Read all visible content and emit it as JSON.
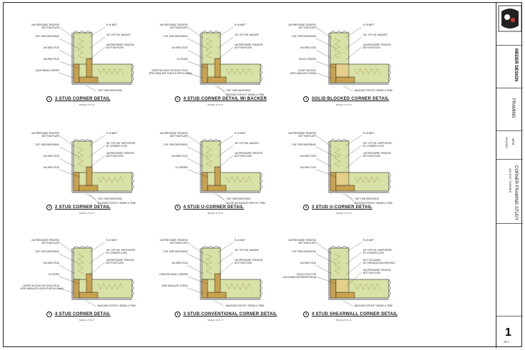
{
  "details": [
    {
      "num": "1",
      "title": "3 STUD CORNER DETAIL",
      "scale": "SCALE: 1\"=1'-0\"",
      "labels": [
        "2x6 PRESSURE TREATED\nBOTTOM PLATE",
        "7/16\" OSB SHEATHING",
        "2x6 END STUD",
        "2x6 END STUD",
        "CALIFORNIA CORNER"
      ],
      "rlabels": [
        "R-19 BATT",
        "3/4\" GYP. BD. BACKER",
        "2x6 PRESSURE TREATED\nBOTTOM PLATE"
      ],
      "blabels": [
        "7/16\" OSB SHEATHING"
      ]
    },
    {
      "num": "2",
      "title": "4 STUD CORNER DETAIL W/ BACKER",
      "scale": "SCALE: 1\"=1'-0\"",
      "labels": [
        "2x6 PRESSURE TREATED\nBOTTOM PLATE",
        "7/16\" OSB SHEATHING",
        "2x6 END STUD",
        "2x STUDS",
        "SHORT BLOCKS OR SOLID STUD\n(PRE-INSULATE VOIDS IF APPLICABLE)"
      ],
      "rlabels": [
        "R-19 BATT",
        "3/4\" GYP. BD. BACKER",
        "2x6 PRESSURE TREATED\nBOTTOM PLATE"
      ],
      "blabels": [
        "7/16\" OSB SHEATHING",
        "BACKING FOR EXT. SIDING & TRIM"
      ]
    },
    {
      "num": "3",
      "title": "SOLID BLOCKED CORNER DETAIL",
      "scale": "SCALE: 1\"=1'-0\"",
      "labels": [
        "2x6 PRESSURE TREATED\nBOTTOM PLATE",
        "7/16\" OSB SHEATHING",
        "2x6 END STUD",
        "SOLID CORNER",
        "SHORT BLOCKS\n(PRE-INSULATE VOIDS)"
      ],
      "rlabels": [
        "R-19 BATT",
        "3/4\" GYP. BD. BACKER",
        "2x6 PRESSURE TREATED\nBOTTOM PLATE"
      ],
      "blabels": [
        "BACKING FOR EXT. SIDING & TRIM"
      ]
    },
    {
      "num": "4",
      "title": "2 STUD CORNER DETAIL",
      "scale": "SCALE: 1\"=1'-0\"",
      "labels": [
        "2x6 PRESSURE TREATED\nBOTTOM PLATE",
        "7/16\" OSB SHEATHING",
        "2x6 END STUD",
        "2x6 END STUD"
      ],
      "rlabels": [
        "R-19 BATT",
        "3/4\" GYP. BD. SUPPORTED\nBY CORNER CLIPS",
        "2x6 PRESSURE TREATED\nBOTTOM PLATE"
      ],
      "blabels": [
        "7/16\" OSB SHEATHING",
        "BACKING FOR EXT. SIDING & TRIM"
      ]
    },
    {
      "num": "5",
      "title": "4 STUD U-CORNER DETAIL",
      "scale": "SCALE: 1\"=1'-0\"",
      "labels": [
        "2x6 PRESSURE TREATED\nBOTTOM PLATE",
        "7/16\" OSB SHEATHING",
        "2x6 END STUD",
        "U-CORNER"
      ],
      "rlabels": [
        "R-19 BATT",
        "3/4\" GYP. BD. BACKER",
        "2x6 PRESSURE TREATED\nBOTTOM PLATE"
      ],
      "blabels": [
        "7/16\" OSB SHEATHING",
        "2x4 OR 2x6 BACKER FOR EXT. TRIM"
      ]
    },
    {
      "num": "6",
      "title": "3 STUD U-CORNER DETAIL",
      "scale": "SCALE: 1\"=1'-0\"",
      "labels": [
        "2x6 PRESSURE TREATED\nBOTTOM PLATE",
        "7/16\" OSB SHEATHING",
        "2x6 END STUD",
        "2x6 END STUD"
      ],
      "rlabels": [
        "R-19 BATT",
        "3/4\" GYP. BD. SUPPORTED\nBY CORNER CLIPS",
        "2x6 PRESSURE TREATED\nBOTTOM PLATE"
      ],
      "blabels": [
        "7/16\" OSB SHEATHING",
        "BACKING FOR EXT. SIDING & TRIM"
      ]
    },
    {
      "num": "7",
      "title": "4 STUD CORNER DETAIL",
      "scale": "SCALE: 1\"=1'-0\"",
      "labels": [
        "2x6 PRESSURE TREATED\nBOTTOM PLATE",
        "7/16\" OSB SHEATHING",
        "2x6 END STUD",
        "2x STUDS",
        "SHORT BLOCKS OR SOLID STUD\n(PRE-INSULATE VOIDS IF APPLICABLE)"
      ],
      "rlabels": [
        "R-19 BATT",
        "3/4\" GYP. BD. SUPPORTED\nBY CORNER CLIPS",
        "2x6 PRESSURE TREATED\nBOTTOM PLATE"
      ],
      "blabels": [
        "BACKING FOR EXT. SIDING & TRIM"
      ]
    },
    {
      "num": "8",
      "title": "3 STUD CONVENTIONAL CORNER DETAIL",
      "scale": "SCALE: 1\"=1'-0\"",
      "labels": [
        "2x6 PRESSURE TREATED\nBOTTOM PLATE",
        "7/16\" OSB SHEATHING",
        "2x6 END STUD",
        "CONVENTIONAL CORNER",
        "(PRE-INSULATE VOIDS)"
      ],
      "rlabels": [
        "R-19 BATT",
        "3/4\" GYP. BD. BACKER",
        "2x6 PRESSURE TREATED\nBOTTOM PLATE"
      ],
      "blabels": [
        "BACKING FOR EXT. SIDING & TRIM"
      ]
    },
    {
      "num": "9",
      "title": "4 STUD SHEARWALL CORNER DETAIL",
      "scale": "SCALE: 1\"=1'-0\"",
      "labels": [
        "2x6 PRESSURE TREATED\nBOTTOM PLATE",
        "7/16\" OSB SHEATHING",
        "2x6 END STUD",
        "SOLID STUD FOR\nHOLDOWN FASTENERS REQD"
      ],
      "rlabels": [
        "R-19 BATT",
        "3/4\" GYP. BD. SUPPORTED\nBY CORNER CLIPS",
        "SHT. HOLDOWN\nW/ THREADED ANCHOR BOLT",
        "2x6 PRESSURE TREATED\nBOTTOM PLATE"
      ],
      "blabels": [
        "BACKING FOR EXT. SIDING & TRIM"
      ]
    }
  ],
  "titleblock": {
    "firm": "MEDER DESIGN",
    "sheet_name": "FRAMING",
    "project": "CORNER FRAMING STUDY",
    "project_sub": "2x6 EXT. CORNER",
    "drawn": "MPM",
    "date": "5/14/2014",
    "sheet_number": "1",
    "sheet_of": "OF 1"
  },
  "colors": {
    "stud": "#c9a24e",
    "plate": "#d8e2a6",
    "batt": "#e4d08a",
    "line": "#222222"
  }
}
